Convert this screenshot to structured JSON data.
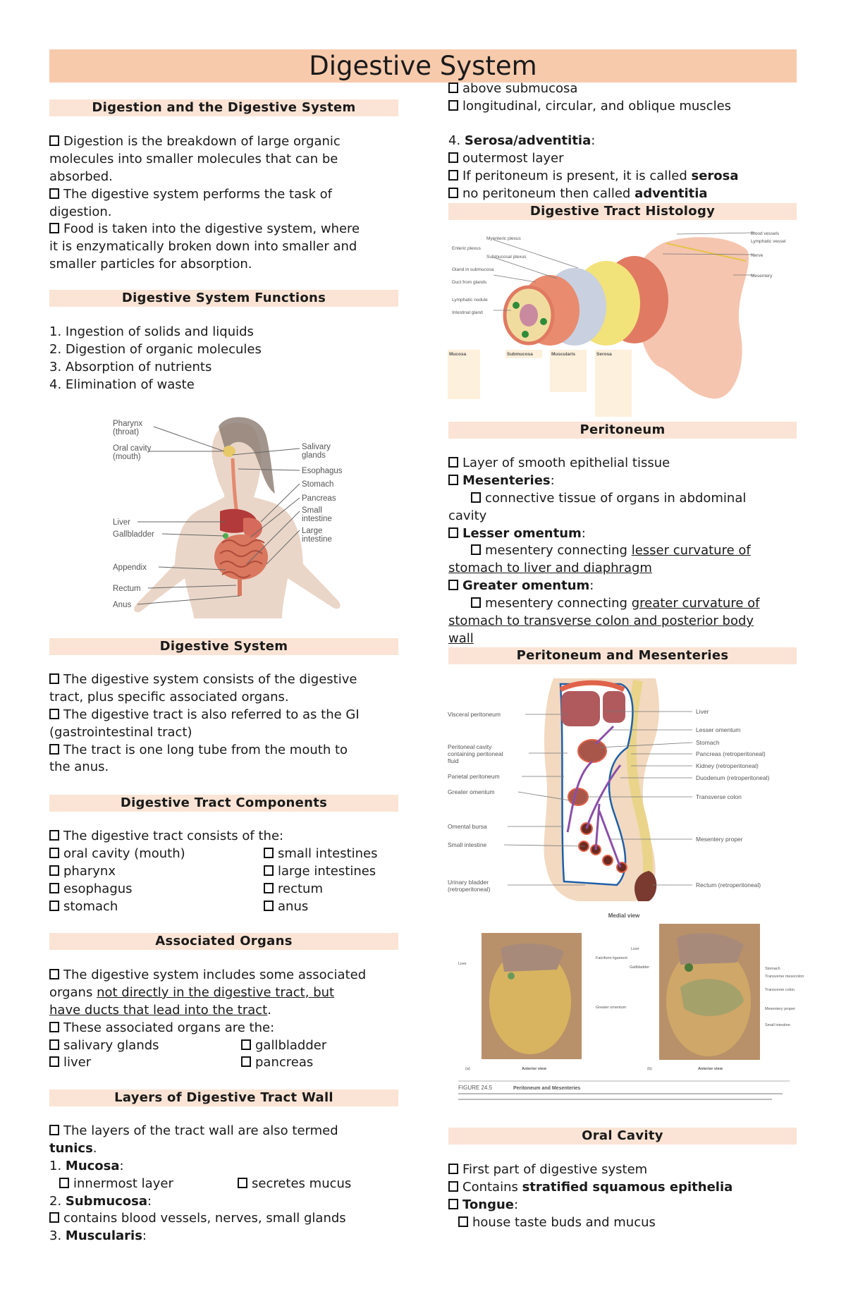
{
  "title": "Digestive System",
  "colors": {
    "title_bar": "#f7caac",
    "section_header": "#fbe4d5"
  },
  "sections": {
    "digestion": {
      "title": "Digestion and the Digestive System",
      "lines": [
        {
          "bullet": true,
          "segs": [
            {
              "t": "Digestion is the breakdown of large organic"
            }
          ]
        },
        {
          "segs": [
            {
              "t": "molecules into smaller molecules that can be"
            }
          ]
        },
        {
          "segs": [
            {
              "t": "absorbed."
            }
          ]
        },
        {
          "bullet": true,
          "segs": [
            {
              "t": "The digestive system performs the task of"
            }
          ]
        },
        {
          "segs": [
            {
              "t": "digestion."
            }
          ]
        },
        {
          "bullet": true,
          "segs": [
            {
              "t": "Food is taken into the digestive system, where"
            }
          ]
        },
        {
          "segs": [
            {
              "t": "it is enzymatically broken down into smaller and"
            }
          ]
        },
        {
          "segs": [
            {
              "t": "smaller particles for absorption."
            }
          ]
        }
      ]
    },
    "functions": {
      "title": "Digestive System Functions",
      "lines": [
        {
          "segs": [
            {
              "t": "1. Ingestion of solids and liquids"
            }
          ]
        },
        {
          "segs": [
            {
              "t": "2. Digestion of organic molecules"
            }
          ]
        },
        {
          "segs": [
            {
              "t": "3. Absorption of nutrients"
            }
          ]
        },
        {
          "segs": [
            {
              "t": "4. Elimination of waste"
            }
          ]
        }
      ]
    },
    "digestive_system": {
      "title": "Digestive System",
      "lines": [
        {
          "bullet": true,
          "segs": [
            {
              "t": "The digestive system consists of the digestive"
            }
          ]
        },
        {
          "segs": [
            {
              "t": "tract, plus specific associated organs."
            }
          ]
        },
        {
          "bullet": true,
          "segs": [
            {
              "t": "The digestive tract is also referred to as the GI"
            }
          ]
        },
        {
          "segs": [
            {
              "t": "(gastrointestinal tract)"
            }
          ]
        },
        {
          "bullet": true,
          "segs": [
            {
              "t": "The tract is one long tube from the mouth to"
            }
          ]
        },
        {
          "segs": [
            {
              "t": "the anus."
            }
          ]
        }
      ]
    },
    "components": {
      "title": "Digestive Tract Components",
      "lines": [
        {
          "bullet": true,
          "segs": [
            {
              "t": "The digestive tract consists of the:"
            }
          ]
        },
        {
          "bullet": true,
          "segs": [
            {
              "t": "oral cavity (mouth)"
            }
          ],
          "col2": {
            "bullet": true,
            "segs": [
              {
                "t": "small intestines"
              }
            ]
          }
        },
        {
          "bullet": true,
          "segs": [
            {
              "t": "pharynx"
            }
          ],
          "col2": {
            "bullet": true,
            "segs": [
              {
                "t": "large intestines"
              }
            ]
          }
        },
        {
          "bullet": true,
          "segs": [
            {
              "t": "esophagus"
            }
          ],
          "col2": {
            "bullet": true,
            "segs": [
              {
                "t": "rectum"
              }
            ]
          }
        },
        {
          "bullet": true,
          "segs": [
            {
              "t": "stomach"
            }
          ],
          "col2": {
            "bullet": true,
            "segs": [
              {
                "t": "anus"
              }
            ]
          }
        }
      ]
    },
    "associated": {
      "title": "Associated Organs",
      "lines": [
        {
          "bullet": true,
          "segs": [
            {
              "t": "The digestive system includes some associated"
            }
          ]
        },
        {
          "segs": [
            {
              "t": "organs "
            },
            {
              "t": "not directly in the digestive tract, but ",
              "u": true
            }
          ]
        },
        {
          "segs": [
            {
              "t": "have ducts that lead into the tract",
              "u": true
            },
            {
              "t": "."
            }
          ]
        },
        {
          "bullet": true,
          "segs": [
            {
              "t": "These associated organs are the:"
            }
          ]
        },
        {
          "bullet": true,
          "segs": [
            {
              "t": "salivary glands"
            }
          ],
          "col2": {
            "bullet": true,
            "segs": [
              {
                "t": "gallbladder"
              }
            ]
          }
        },
        {
          "bullet": true,
          "segs": [
            {
              "t": "liver"
            }
          ],
          "col2": {
            "bullet": true,
            "segs": [
              {
                "t": "pancreas"
              }
            ]
          }
        }
      ]
    },
    "layers": {
      "title": "Layers of Digestive Tract Wall",
      "lines": [
        {
          "bullet": true,
          "segs": [
            {
              "t": "The layers of the tract wall are also termed"
            }
          ]
        },
        {
          "segs": [
            {
              "t": "tunics",
              "b": true
            },
            {
              "t": "."
            }
          ]
        },
        {
          "segs": [
            {
              "t": "1. "
            },
            {
              "t": "Mucosa",
              "b": true
            },
            {
              "t": ":"
            }
          ]
        },
        {
          "indent": 1,
          "bullet": true,
          "segs": [
            {
              "t": "innermost layer"
            }
          ],
          "col2": {
            "bullet": true,
            "segs": [
              {
                "t": "secretes mucus"
              }
            ]
          }
        },
        {
          "segs": [
            {
              "t": "2. "
            },
            {
              "t": "Submucosa",
              "b": true
            },
            {
              "t": ":"
            }
          ]
        },
        {
          "bullet": true,
          "segs": [
            {
              "t": "contains blood vessels, nerves, small glands"
            }
          ]
        },
        {
          "segs": [
            {
              "t": "3. "
            },
            {
              "t": "Muscularis",
              "b": true
            },
            {
              "t": ":"
            }
          ]
        }
      ]
    },
    "muscularis_cont": {
      "lines": [
        {
          "bullet": true,
          "segs": [
            {
              "t": "above submucosa"
            }
          ]
        },
        {
          "bullet": true,
          "segs": [
            {
              "t": "longitudinal, circular, and oblique muscles"
            }
          ]
        }
      ]
    },
    "serosa": {
      "lines": [
        {
          "segs": [
            {
              "t": "4. "
            },
            {
              "t": "Serosa/adventitia",
              "b": true
            },
            {
              "t": ":"
            }
          ]
        },
        {
          "bullet": true,
          "segs": [
            {
              "t": "outermost layer"
            }
          ]
        },
        {
          "bullet": true,
          "segs": [
            {
              "t": "If peritoneum is present, it is called "
            },
            {
              "t": "serosa",
              "b": true
            }
          ]
        },
        {
          "bullet": true,
          "segs": [
            {
              "t": "no peritoneum then called "
            },
            {
              "t": "adventitia",
              "b": true
            }
          ]
        }
      ]
    },
    "histology": {
      "title": "Digestive Tract Histology",
      "labels": [
        "Myenteric plexus",
        "Submucosal plexus",
        "Enteric plexus",
        "Gland in submucosa",
        "Duct from glands",
        "Lymphatic nodule",
        "Intestinal gland",
        "Blood vessels",
        "Lymphatic vessel",
        "Nerve",
        "Mesentery",
        "Mucosa",
        "Submucosa",
        "Muscularis",
        "Serosa"
      ]
    },
    "peritoneum": {
      "title": "Peritoneum",
      "lines": [
        {
          "bullet": true,
          "segs": [
            {
              "t": "Layer of smooth epithelial tissue"
            }
          ]
        },
        {
          "bullet": true,
          "segs": [
            {
              "t": "Mesenteries",
              "b": true
            },
            {
              "t": ":"
            }
          ]
        },
        {
          "indent": 2,
          "bullet": true,
          "segs": [
            {
              "t": "connective tissue of organs in abdominal"
            }
          ]
        },
        {
          "segs": [
            {
              "t": "cavity"
            }
          ]
        },
        {
          "bullet": true,
          "segs": [
            {
              "t": "Lesser omentum",
              "b": true
            },
            {
              "t": ":"
            }
          ]
        },
        {
          "indent": 2,
          "bullet": true,
          "segs": [
            {
              "t": "mesentery connecting "
            },
            {
              "t": "lesser curvature of ",
              "u": true
            }
          ]
        },
        {
          "segs": [
            {
              "t": "stomach to liver and diaphragm",
              "u": true
            }
          ]
        },
        {
          "bullet": true,
          "segs": [
            {
              "t": "Greater omentum",
              "b": true
            },
            {
              "t": ":"
            }
          ]
        },
        {
          "indent": 2,
          "bullet": true,
          "segs": [
            {
              "t": "mesentery connecting "
            },
            {
              "t": "greater curvature of ",
              "u": true
            }
          ]
        },
        {
          "segs": [
            {
              "t": "stomach to transverse colon and posterior body ",
              "u": true
            }
          ]
        },
        {
          "segs": [
            {
              "t": "wall",
              "u": true
            }
          ]
        }
      ]
    },
    "mesenteries": {
      "title": "Peritoneum and Mesenteries",
      "left_labels": [
        "Visceral peritoneum",
        "Peritoneal cavity",
        "containing peritoneal",
        "fluid",
        "Parietal peritoneum",
        "Greater omentum",
        "Omental bursa",
        "Small intestine",
        "Urinary bladder",
        "(retroperitoneal)"
      ],
      "right_labels": [
        "Liver",
        "Lesser omentum",
        "Stomach",
        "Pancreas (retroperitoneal)",
        "Kidney (retroperitoneal)",
        "Duodenum (retroperitoneal)",
        "Transverse colon",
        "Mesentery proper",
        "Rectum (retroperitoneal)"
      ],
      "medial_view": "Medial view",
      "anterior_view": "Anterior view",
      "photo_a_labels": [
        "Liver",
        "Falciform ligament",
        "Greater omentum"
      ],
      "photo_b_labels": [
        "Liver",
        "Gallbladder",
        "Stomach",
        "Transverse mesocolon",
        "Transverse colon",
        "Mesentery proper",
        "Small intestine"
      ],
      "panel_a": "(a)",
      "panel_b": "(b)",
      "figure_number": "FIGURE 24.5",
      "figure_title": "Peritoneum and Mesenteries"
    },
    "oral": {
      "title": "Oral Cavity",
      "lines": [
        {
          "bullet": true,
          "segs": [
            {
              "t": "First part of digestive system"
            }
          ]
        },
        {
          "bullet": true,
          "segs": [
            {
              "t": "Contains "
            },
            {
              "t": "stratified squamous epithelia",
              "b": true
            }
          ]
        },
        {
          "bullet": true,
          "segs": [
            {
              "t": "Tongue",
              "b": true
            },
            {
              "t": ":"
            }
          ]
        },
        {
          "indent": 1,
          "bullet": true,
          "segs": [
            {
              "t": "house taste buds and mucus"
            }
          ]
        }
      ]
    }
  },
  "body_figure": {
    "left_labels": [
      "Pharynx",
      "(throat)",
      "Oral cavity",
      "(mouth)",
      "Liver",
      "Gallbladder",
      "Appendix",
      "Rectum",
      "Anus"
    ],
    "right_labels": [
      "Salivary",
      "glands",
      "Esophagus",
      "Stomach",
      "Pancreas",
      "Small",
      "intestine",
      "Large",
      "intestine"
    ]
  }
}
